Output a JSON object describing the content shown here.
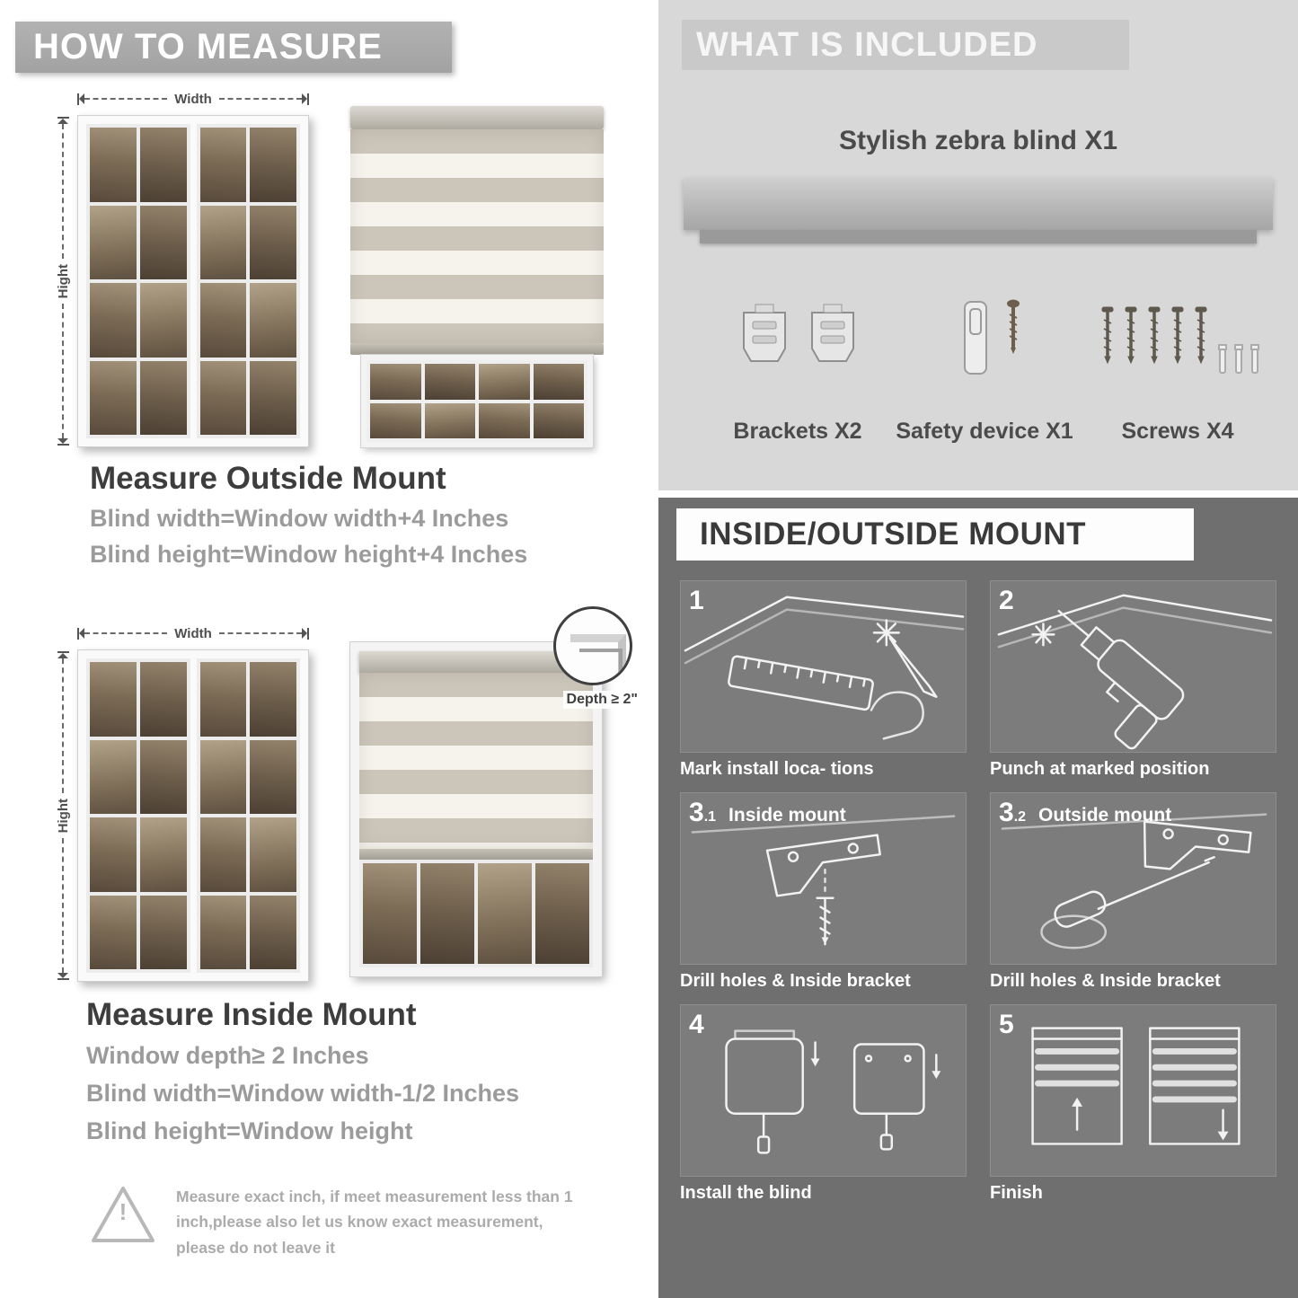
{
  "theme": {
    "banner_gray": "#a9a9a9",
    "panel_light": "#d8d8d8",
    "panel_dark": "#6f6f6f"
  },
  "measure": {
    "header": "HOW TO MEASURE",
    "outside": {
      "width_label": "Width",
      "height_label": "Hight",
      "title": "Measure Outside Mount",
      "line1": "Blind width=Window width+4 Inches",
      "line2": "Blind height=Window height+4 Inches"
    },
    "inside": {
      "width_label": "Width",
      "height_label": "Hight",
      "depth_callout": "Depth ≥ 2\"",
      "title": "Measure Inside Mount",
      "line1": "Window depth≥ 2 Inches",
      "line2": "Blind width=Window width-1/2 Inches",
      "line3": "Blind height=Window height"
    },
    "note": {
      "mark": "!",
      "text": "Measure exact inch, if meet measurement less than 1 inch,please also let us know exact measurement, please do not leave it"
    }
  },
  "included": {
    "header": "WHAT IS INCLUDED",
    "product": "Stylish zebra blind X1",
    "items": [
      {
        "label": "Brackets X2"
      },
      {
        "label": "Safety device X1"
      },
      {
        "label": "Screws X4"
      }
    ]
  },
  "mount": {
    "header": "INSIDE/OUTSIDE MOUNT",
    "steps": [
      {
        "num": "1",
        "sub": "",
        "title": "",
        "caption": "Mark install loca- tions"
      },
      {
        "num": "2",
        "sub": "",
        "title": "",
        "caption": "Punch at  marked position"
      },
      {
        "num": "3",
        "sub": ".1",
        "title": "Inside mount",
        "caption": "Drill holes &  Inside bracket"
      },
      {
        "num": "3",
        "sub": ".2",
        "title": "Outside mount",
        "caption": "Drill holes &  Inside bracket"
      },
      {
        "num": "4",
        "sub": "",
        "title": "",
        "caption": "Install the blind"
      },
      {
        "num": "5",
        "sub": "",
        "title": "",
        "caption": "Finish"
      }
    ]
  }
}
